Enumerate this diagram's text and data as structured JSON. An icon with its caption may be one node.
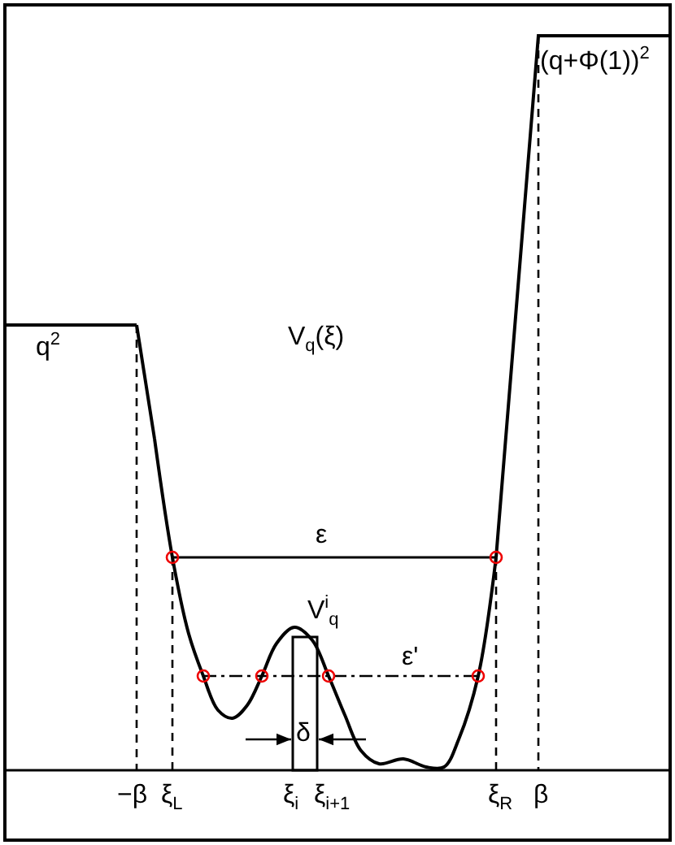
{
  "diagram": {
    "labels": [
      "(q+Φ(1))$^{2}$",
      "q$^{2}$",
      "V$_{q}$(ξ)",
      "ε",
      "V$^{i}$$_{q}$",
      "ε'",
      "δ",
      "−β",
      "ξ$_{L}$",
      "ξ$_{i}$",
      "ξ$_{i+1}$",
      "ξ$_{R}$",
      "β"
    ]
  }
}
